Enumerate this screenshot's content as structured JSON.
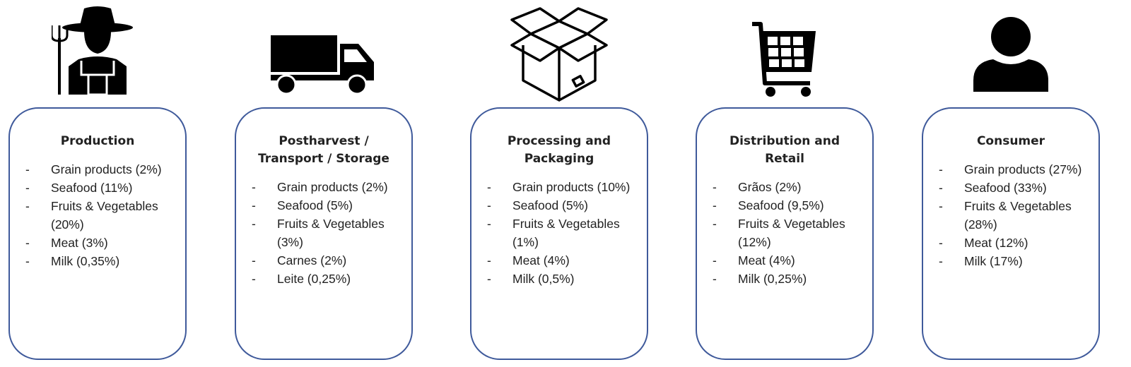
{
  "stages": [
    {
      "title": "Production",
      "icon": "farmer-icon",
      "items": [
        "Grain products (2%)",
        "Seafood (11%)",
        "Fruits & Vegetables (20%)",
        "Meat (3%)",
        "Milk (0,35%)"
      ]
    },
    {
      "title": "Postharvest / Transport / Storage",
      "icon": "truck-icon",
      "items": [
        "Grain products (2%)",
        "Seafood (5%)",
        "Fruits & Vegetables (3%)",
        "Carnes (2%)",
        "Leite (0,25%)"
      ]
    },
    {
      "title": "Processing and Packaging",
      "icon": "open-box-icon",
      "items": [
        "Grain products (10%)",
        "Seafood (5%)",
        "Fruits & Vegetables (1%)",
        "Meat (4%)",
        "Milk (0,5%)"
      ]
    },
    {
      "title": "Distribution and Retail",
      "icon": "shopping-cart-icon",
      "items": [
        "Grãos (2%)",
        "Seafood (9,5%)",
        "Fruits & Vegetables (12%)",
        "Meat (4%)",
        "Milk (0,25%)"
      ]
    },
    {
      "title": "Consumer",
      "icon": "person-icon",
      "items": [
        "Grain products (27%)",
        "Seafood (33%)",
        "Fruits & Vegetables (28%)",
        "Meat (12%)",
        "Milk (17%)"
      ]
    }
  ]
}
